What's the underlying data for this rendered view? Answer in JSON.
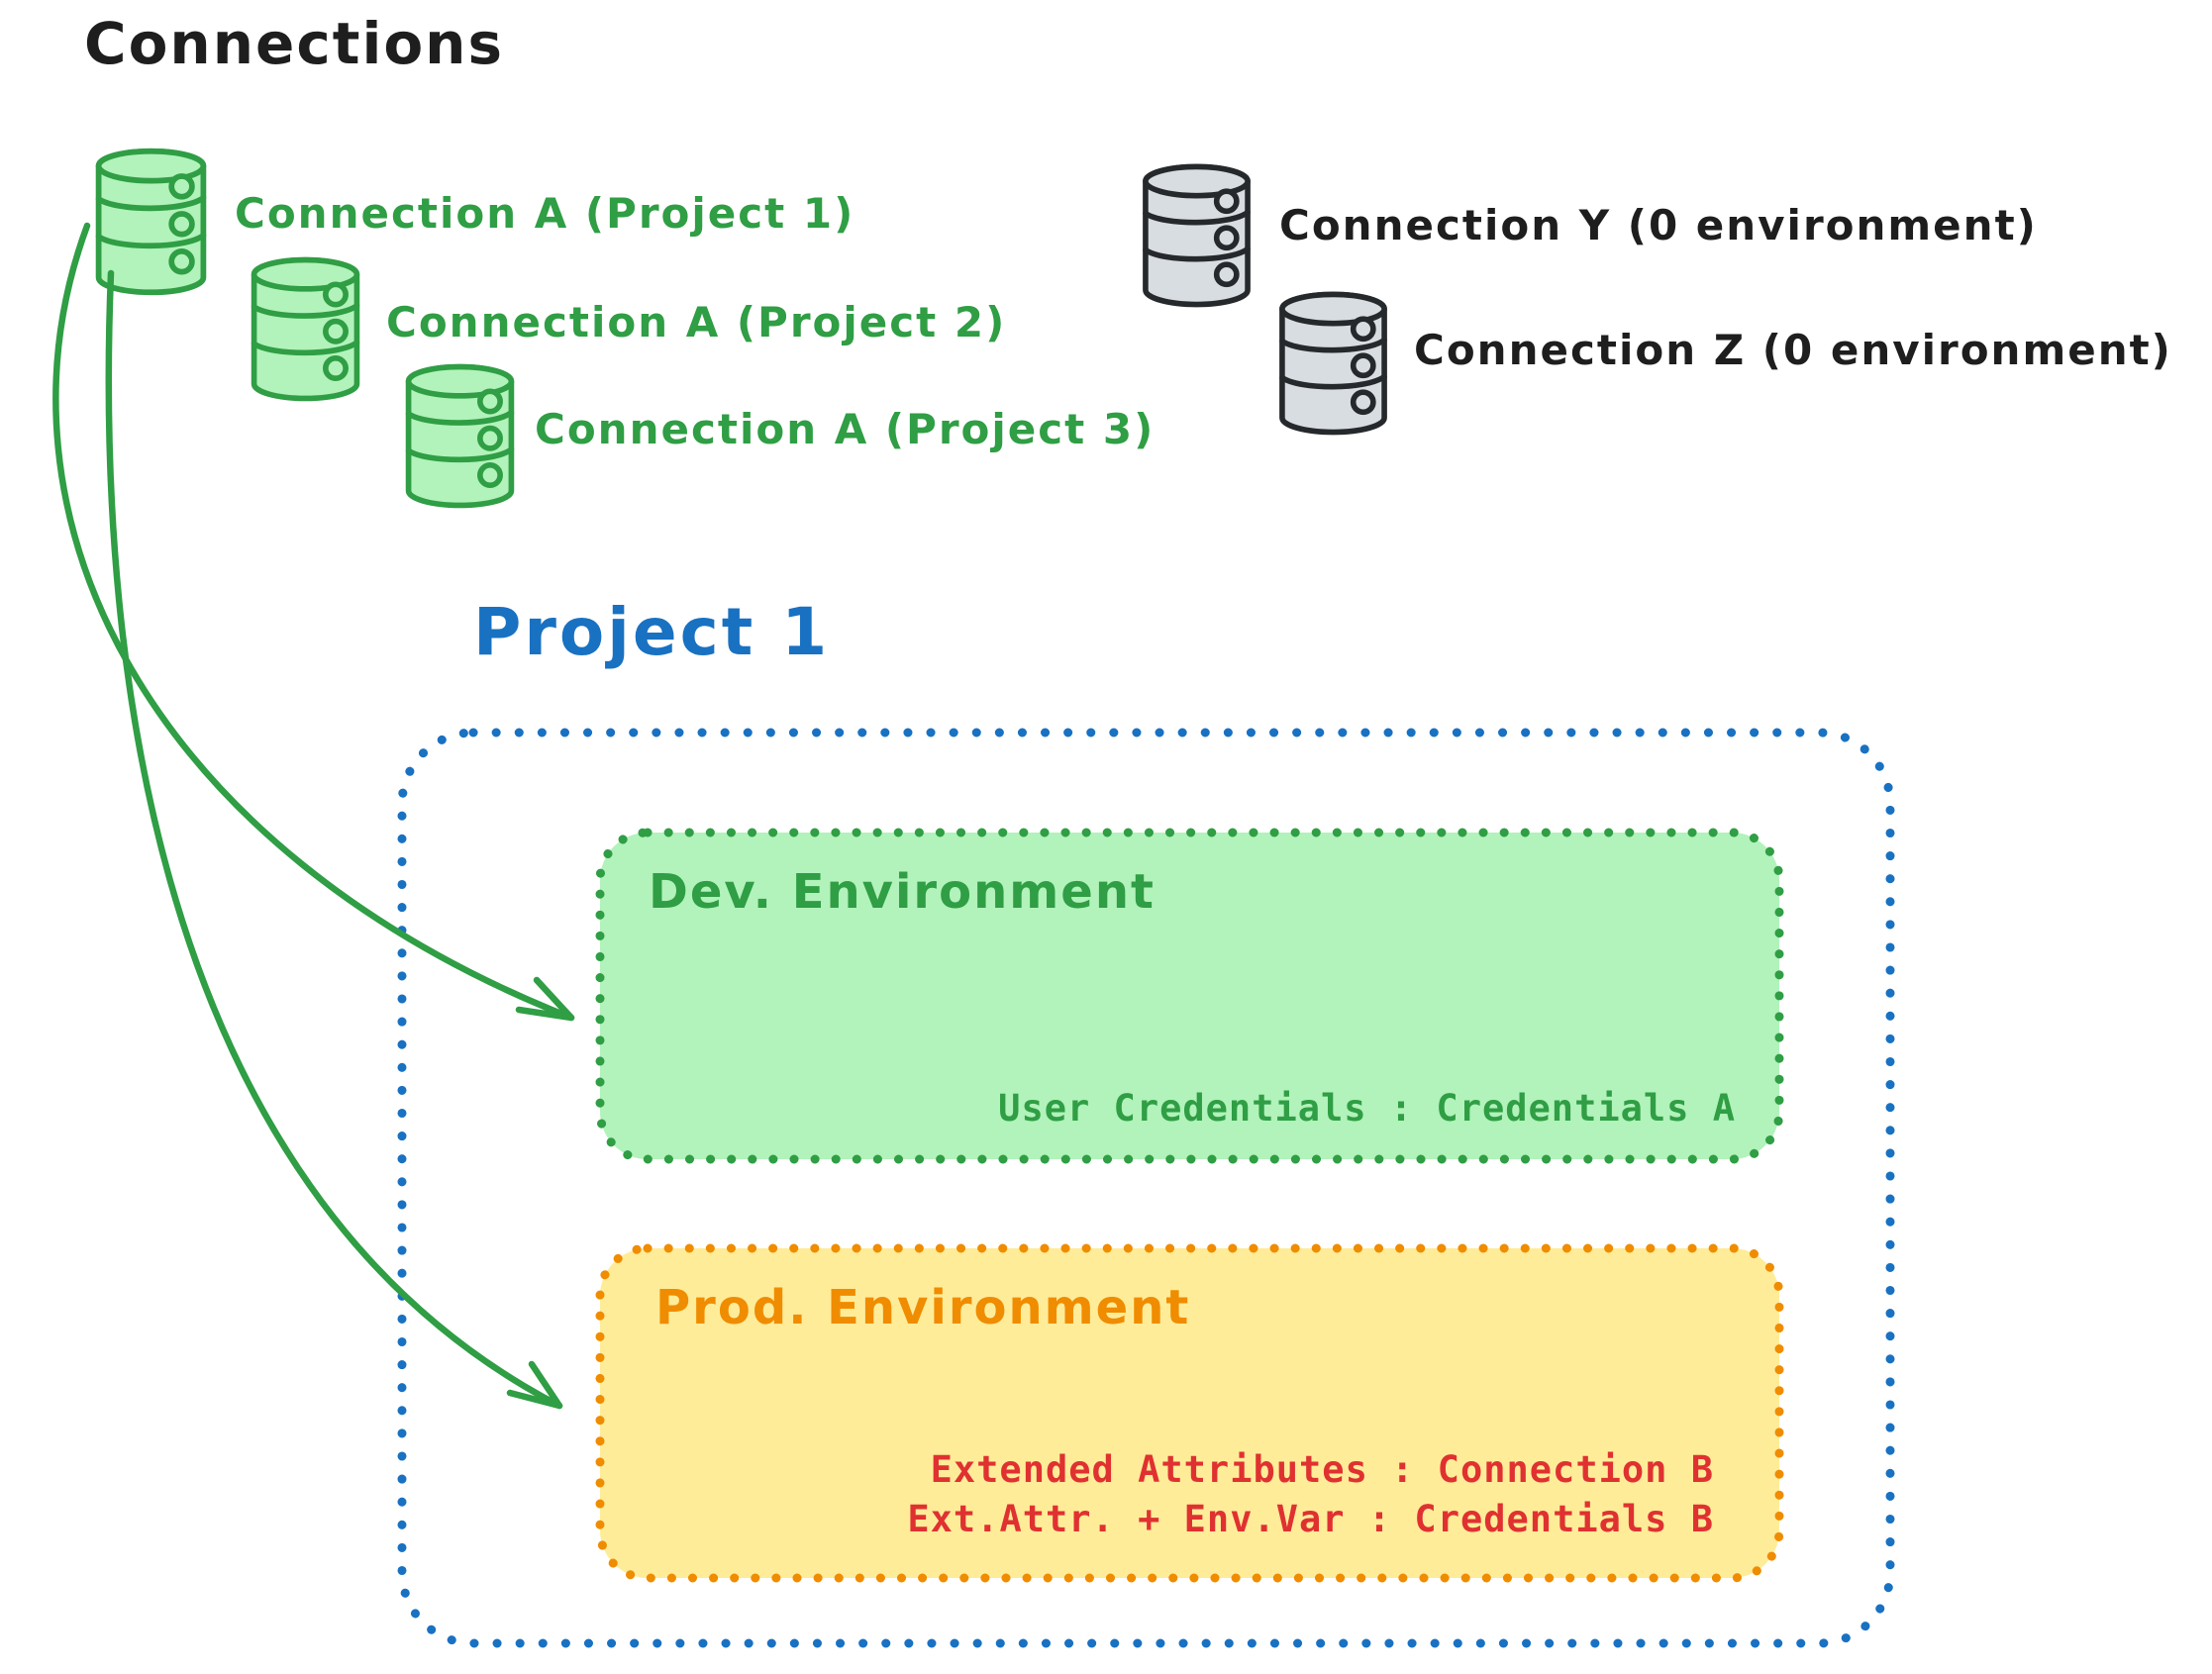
{
  "page": {
    "title": "Connections"
  },
  "colors": {
    "black": "#1e1e1e",
    "green": "#2f9e44",
    "green_fill": "#b2f2bb",
    "gray_stroke": "#26292c",
    "gray_fill": "#d8dde2",
    "blue": "#1971c2",
    "orange": "#f08c00",
    "orange_fill": "#ffec99",
    "red": "#e03131"
  },
  "connections": {
    "project_scoped": [
      {
        "icon": "database-icon",
        "label": "Connection A (Project 1)"
      },
      {
        "icon": "database-icon",
        "label": "Connection A (Project 2)"
      },
      {
        "icon": "database-icon",
        "label": "Connection A (Project 3)"
      }
    ],
    "unassigned": [
      {
        "icon": "database-icon",
        "label": "Connection Y (0 environment)"
      },
      {
        "icon": "database-icon",
        "label": "Connection Z (0 environment)"
      }
    ]
  },
  "project": {
    "title": "Project 1",
    "dev_environment": {
      "name": "Dev. Environment",
      "mapping": "User Credentials : Credentials A"
    },
    "prod_environment": {
      "name": "Prod. Environment",
      "mappings": [
        "Extended Attributes : Connection B",
        "Ext.Attr. + Env.Var : Credentials B"
      ]
    }
  }
}
